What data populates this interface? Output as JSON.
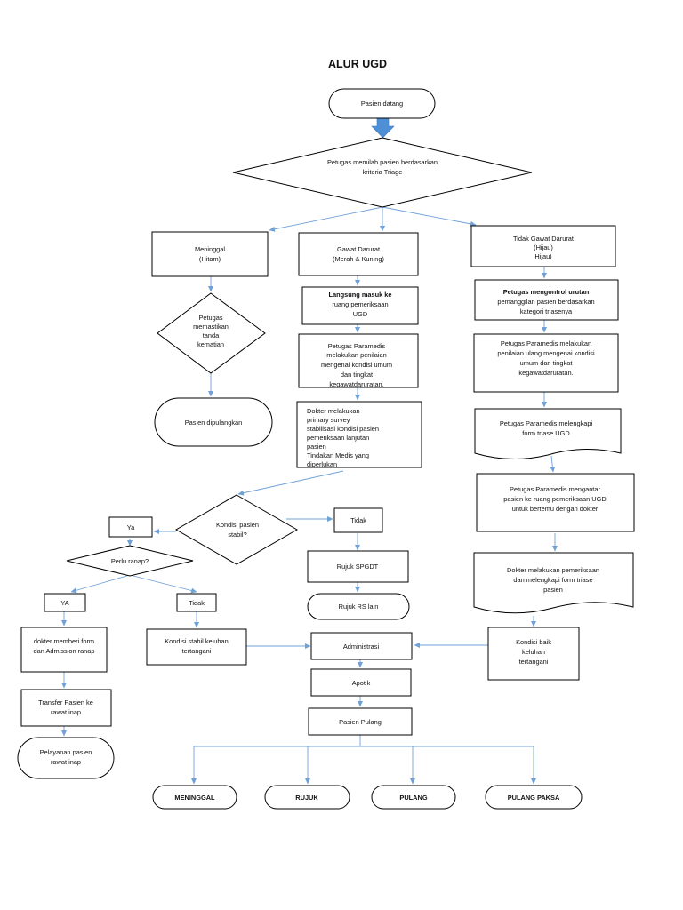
{
  "title": "ALUR UGD",
  "colors": {
    "connector": "#6fa0d8",
    "big_arrow": "#4f8fd6",
    "shape_stroke": "#000000"
  },
  "nodes": {
    "start": "Pasien datang",
    "triage": [
      "Petugas memilah pasien berdasarkan",
      "kriteria Triage"
    ],
    "meninggal": [
      "Meninggal",
      "(Hitam)"
    ],
    "gawat": [
      "Gawat Darurat",
      "(Merah & Kuning)"
    ],
    "tidak_gawat": [
      "Tidak Gawat Darurat",
      "(Hijau)",
      "Hijau)"
    ],
    "memastikan": [
      "Petugas",
      "memastikan",
      "tanda",
      "kematian"
    ],
    "dipulangkan": "Pasien dipulangkan",
    "langsung": [
      "Langsung masuk ke",
      "ruang pemeriksaan",
      "UGD"
    ],
    "paramedis_gawat": [
      "Petugas Paramedis",
      "melakukan penilaian",
      "mengenai kondisi umum",
      "dan tingkat",
      "kegawatdaruratan."
    ],
    "dokter_survey": [
      "Dokter melakukan",
      "primary survey",
      "stabilisasi kondisi pasien",
      "pemeriksaan lanjutan",
      "pasien",
      "Tindakan Medis yang",
      "diperlukan"
    ],
    "mengontrol": [
      "Petugas mengontrol urutan",
      "pemanggilan pasien berdasarkan",
      "kategori triasenya"
    ],
    "paramedis_hijau": [
      "Petugas Paramedis melakukan",
      "penilaian ulang mengenai kondisi",
      "umum dan tingkat",
      "kegawatdaruratan."
    ],
    "melengkapi": [
      "Petugas Paramedis melengkapi",
      "form triase UGD"
    ],
    "mengantar": [
      "Petugas Paramedis mengantar",
      "pasien ke ruang pemeriksaan UGD",
      "untuk bertemu dengan dokter"
    ],
    "dokter_periksa": [
      "Dokter melakukan pemeriksaan",
      "dan melengkapi form triase",
      "pasien"
    ],
    "kondisi_baik": [
      "Kondisi baik",
      "keluhan",
      "tertangani"
    ],
    "kondisi_stabil": [
      "Kondisi pasien",
      "stabil?"
    ],
    "ya1": "Ya",
    "tidak1": "Tidak",
    "perlu_ranap": "Perlu ranap?",
    "ya2": "YA",
    "tidak2": "Tidak",
    "rujuk_spgdt": "Rujuk SPGDT",
    "rujuk_rs": "Rujuk RS lain",
    "dokter_form": [
      "dokter memberi form",
      "dan Admission ranap"
    ],
    "transfer": [
      "Transfer Pasien ke",
      "rawat inap"
    ],
    "pelayanan": [
      "Pelayanan pasien",
      "rawat inap"
    ],
    "stabil_keluhan": [
      "Kondisi stabil keluhan",
      "tertangani"
    ],
    "administrasi": "Administrasi",
    "apotik": "Apotik",
    "pasien_pulang": "Pasien Pulang",
    "out_meninggal": "MENINGGAL",
    "out_rujuk": "RUJUK",
    "out_pulang": "PULANG",
    "out_pulang_paksa": "PULANG PAKSA"
  }
}
